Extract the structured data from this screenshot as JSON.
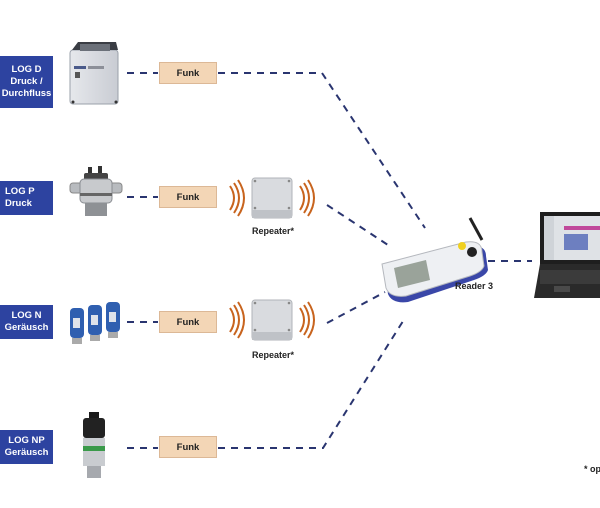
{
  "diagram": {
    "loggers": [
      {
        "id": "log-d",
        "lines": [
          "LOG D",
          "Druck /",
          "Durchfluss"
        ],
        "device": "flow-pressure-logger-icon"
      },
      {
        "id": "log-p",
        "lines": [
          "LOG P",
          "Druck"
        ],
        "device": "pressure-sensor-icon"
      },
      {
        "id": "log-n",
        "lines": [
          "LOG N",
          "Geräusch"
        ],
        "device": "noise-logger-icon"
      },
      {
        "id": "log-np",
        "lines": [
          "LOG NP",
          "Geräusch"
        ],
        "device": "noise-pressure-sensor-icon"
      }
    ],
    "link_label": "Funk",
    "repeater_label": "Repeater*",
    "reader_label": "Reader 3",
    "footnote": "* opt",
    "colors": {
      "logger_box": "#2d43a0",
      "funk_box": "#f3d6b6",
      "dashed_line": "#2a3570",
      "radio_waves": "#c8641e"
    }
  }
}
